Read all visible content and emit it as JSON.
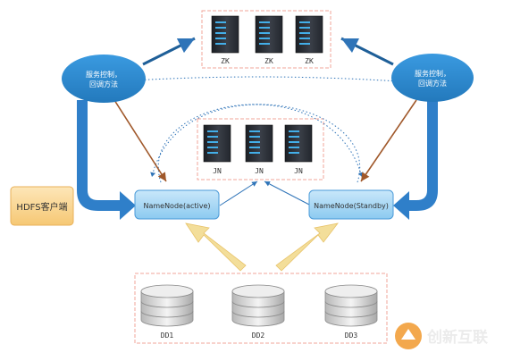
{
  "zk_group": {
    "servers": [
      "ZK",
      "ZK",
      "ZK"
    ]
  },
  "jn_group": {
    "servers": [
      "JN",
      "JN",
      "JN"
    ]
  },
  "dd_group": {
    "disks": [
      "DD1",
      "DD2",
      "DD3"
    ]
  },
  "controllers": {
    "left": {
      "line1": "服务控制，",
      "line2": "回调方法"
    },
    "right": {
      "line1": "服务控制，",
      "line2": "回调方法"
    }
  },
  "namenodes": {
    "active": "NameNode(active)",
    "standby": "NameNode(Standby)"
  },
  "client": "HDFS客户端",
  "watermark": "创新互联",
  "colors": {
    "controller_blue": "#2a86c8",
    "big_arrow_blue": "#2f7fc9",
    "namenode_fill": "#9fd2f3",
    "brown_arrow": "#a0582a",
    "client_fill": "#fbd89a",
    "yellow_arrow": "#f3de9a",
    "dashed_frame": "#f2a49a"
  }
}
